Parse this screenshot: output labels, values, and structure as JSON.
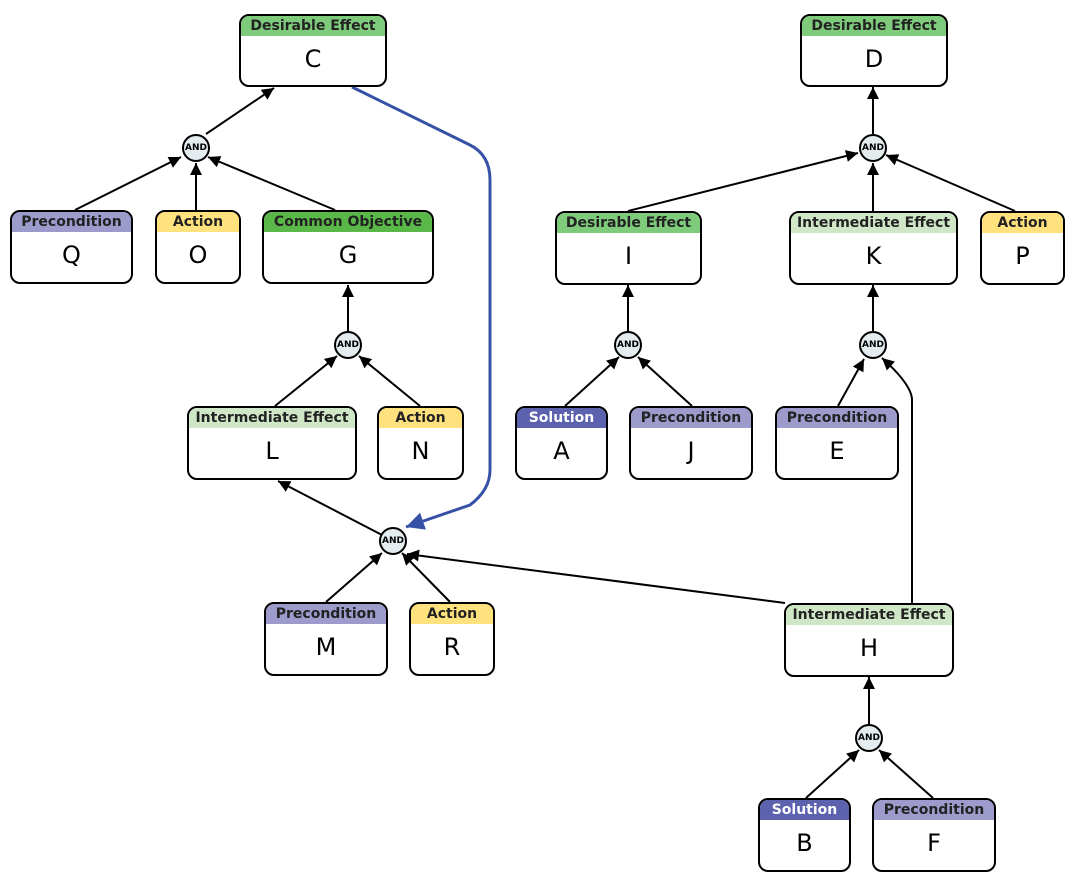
{
  "colors": {
    "desirable_effect": "#7fcb7c",
    "common_objective": "#5ab848",
    "intermediate_effect": "#cfe7c7",
    "action": "#ffe27e",
    "precondition": "#9c9bcc",
    "solution": "#5c62ad",
    "influence_edge": "#3552a6"
  },
  "and_label": "AND",
  "nodes": {
    "C": {
      "type": "Desirable Effect",
      "label": "C"
    },
    "D": {
      "type": "Desirable Effect",
      "label": "D"
    },
    "Q": {
      "type": "Precondition",
      "label": "Q"
    },
    "O": {
      "type": "Action",
      "label": "O"
    },
    "G": {
      "type": "Common Objective",
      "label": "G"
    },
    "I": {
      "type": "Desirable Effect",
      "label": "I"
    },
    "K": {
      "type": "Intermediate Effect",
      "label": "K"
    },
    "P": {
      "type": "Action",
      "label": "P"
    },
    "L": {
      "type": "Intermediate Effect",
      "label": "L"
    },
    "N": {
      "type": "Action",
      "label": "N"
    },
    "A": {
      "type": "Solution",
      "label": "A"
    },
    "J": {
      "type": "Precondition",
      "label": "J"
    },
    "E": {
      "type": "Precondition",
      "label": "E"
    },
    "M": {
      "type": "Precondition",
      "label": "M"
    },
    "R": {
      "type": "Action",
      "label": "R"
    },
    "H": {
      "type": "Intermediate Effect",
      "label": "H"
    },
    "B": {
      "type": "Solution",
      "label": "B"
    },
    "F": {
      "type": "Precondition",
      "label": "F"
    }
  },
  "edges": [
    {
      "from": "and1",
      "to": "C"
    },
    {
      "from": "Q",
      "to": "and1"
    },
    {
      "from": "O",
      "to": "and1"
    },
    {
      "from": "G",
      "to": "and1"
    },
    {
      "from": "and2",
      "to": "G"
    },
    {
      "from": "L",
      "to": "and2"
    },
    {
      "from": "N",
      "to": "and2"
    },
    {
      "from": "and3",
      "to": "L"
    },
    {
      "from": "M",
      "to": "and3"
    },
    {
      "from": "R",
      "to": "and3"
    },
    {
      "from": "H",
      "to": "and3"
    },
    {
      "from": "C",
      "to": "and3",
      "style": "influence"
    },
    {
      "from": "and4",
      "to": "D"
    },
    {
      "from": "I",
      "to": "and4"
    },
    {
      "from": "K",
      "to": "and4"
    },
    {
      "from": "P",
      "to": "and4"
    },
    {
      "from": "and5",
      "to": "I"
    },
    {
      "from": "A",
      "to": "and5"
    },
    {
      "from": "J",
      "to": "and5"
    },
    {
      "from": "and6",
      "to": "K"
    },
    {
      "from": "E",
      "to": "and6"
    },
    {
      "from": "H",
      "to": "and6"
    },
    {
      "from": "and7",
      "to": "H"
    },
    {
      "from": "B",
      "to": "and7"
    },
    {
      "from": "F",
      "to": "and7"
    }
  ]
}
